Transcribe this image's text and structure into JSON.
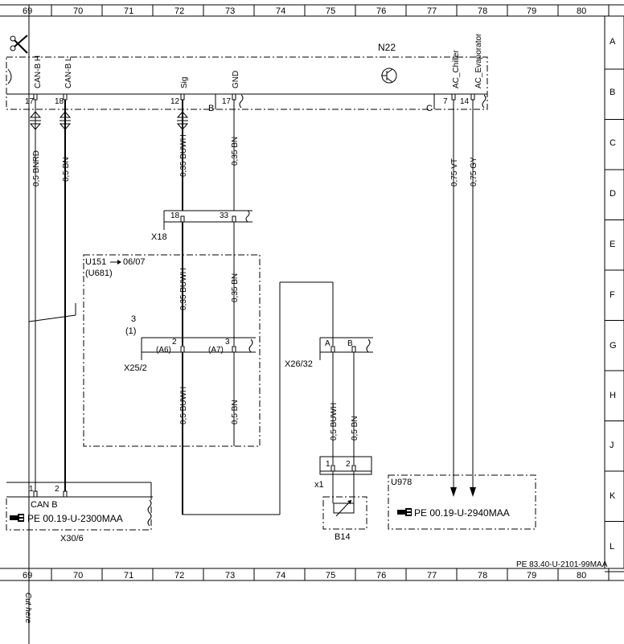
{
  "border": {
    "columns": [
      "69",
      "70",
      "71",
      "72",
      "73",
      "74",
      "75",
      "76",
      "77",
      "78",
      "79",
      "80"
    ],
    "rows": [
      "A",
      "B",
      "C",
      "D",
      "E",
      "F",
      "G",
      "H",
      "J",
      "K",
      "L"
    ],
    "doc_ref": "PE 83.40-U-2101-99MAA",
    "cut_text": "Cut here"
  },
  "n22": {
    "name": "N22",
    "pins": [
      {
        "label": "CAN-B H",
        "num": "17"
      },
      {
        "label": "CAN-B L",
        "num": "18"
      },
      {
        "label": "Sig",
        "num": "12"
      },
      {
        "label": "GND",
        "num": "17"
      },
      {
        "label": "AC_Chiller",
        "num": "7"
      },
      {
        "label": "AC_Evaporator",
        "num": "14"
      }
    ],
    "conn_b": "B",
    "conn_c": "C"
  },
  "wires": {
    "can_h": "0,5 BNRD",
    "can_l": "0,5 BN",
    "sig_upper": "0,35 BUWH",
    "gnd_upper": "0,35 BN",
    "chiller": "0,75 VT",
    "evaporator": "0,75 GY",
    "sig_mid": "0,35 BUWH",
    "gnd_mid": "0,35 BN",
    "sig_lower": "0,5 BUWH",
    "gnd_lower": "0,5 BN",
    "b14_a": "0,5 BUWH",
    "b14_b": "0,5 BN"
  },
  "x18": {
    "name": "X18",
    "pin_a": "18",
    "pin_b": "33"
  },
  "u151": {
    "name": "U151",
    "arrow_ref": "06/07",
    "alt": "(U681)",
    "idx": "3",
    "idx_alt": "(1)"
  },
  "x25_2": {
    "name": "X25/2",
    "pin_a": "2",
    "pin_a_alt": "(A6)",
    "pin_b": "3",
    "pin_b_alt": "(A7)"
  },
  "x26_32": {
    "name": "X26/32",
    "pin_a": "A",
    "pin_b": "B"
  },
  "x1": {
    "name": "x1",
    "pin_a": "1",
    "pin_b": "2"
  },
  "b14": {
    "name": "B14"
  },
  "x30_6": {
    "name": "X30/6",
    "pin_a": "1",
    "pin_b": "2",
    "can_label": "CAN B",
    "ref": "PE 00.19-U-2300MAA"
  },
  "u978": {
    "name": "U978",
    "ref": "PE 00.19-U-2940MAA"
  }
}
